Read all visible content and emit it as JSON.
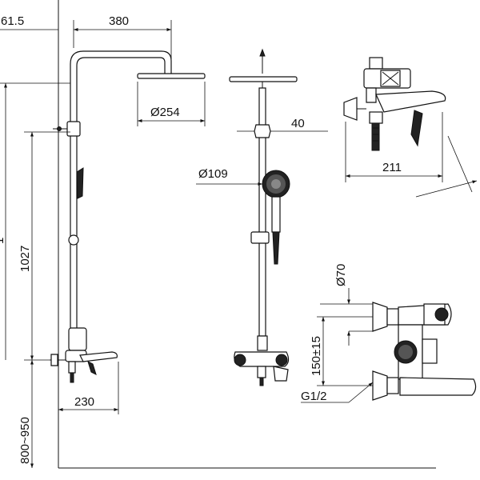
{
  "dimensions": {
    "offset_top": "61.5",
    "overhead_arm": "380",
    "head_diameter": "Ø254",
    "pipe_offset": "40",
    "hand_shower_diameter": "Ø109",
    "valve_width": "211",
    "total_height_part": "1",
    "riser_height": "1027",
    "mixer_width": "230",
    "install_height": "800~950",
    "escutcheon_diameter": "Ø70",
    "center_distance": "150±15",
    "thread": "G1/2"
  }
}
